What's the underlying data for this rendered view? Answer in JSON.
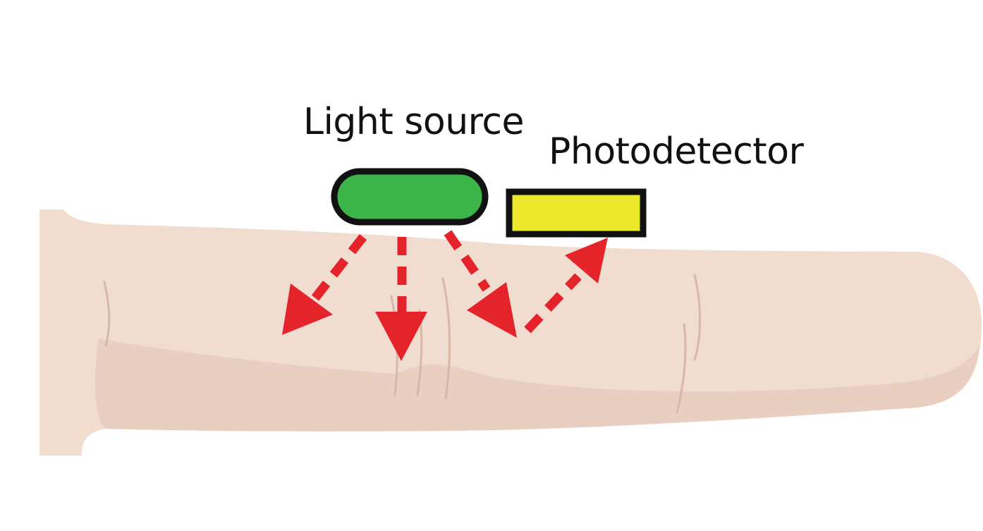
{
  "labels": {
    "light_source": "Light source",
    "photodetector": "Photodetector"
  },
  "colors": {
    "background": "#ffffff",
    "finger_skin": "#f1dcd0",
    "finger_shadow": "#e6c8ba",
    "finger_crease": "#d6b2a2",
    "light_source_fill": "#3cb44a",
    "photodetector_fill": "#ece92c",
    "device_outline": "#111111",
    "light_path": "#e5232b"
  },
  "icons": {
    "finger": "finger-illustration",
    "light_source": "light-source-led-icon",
    "photodetector": "photodetector-sensor-icon",
    "arrows": "light-path-arrow-icon"
  }
}
